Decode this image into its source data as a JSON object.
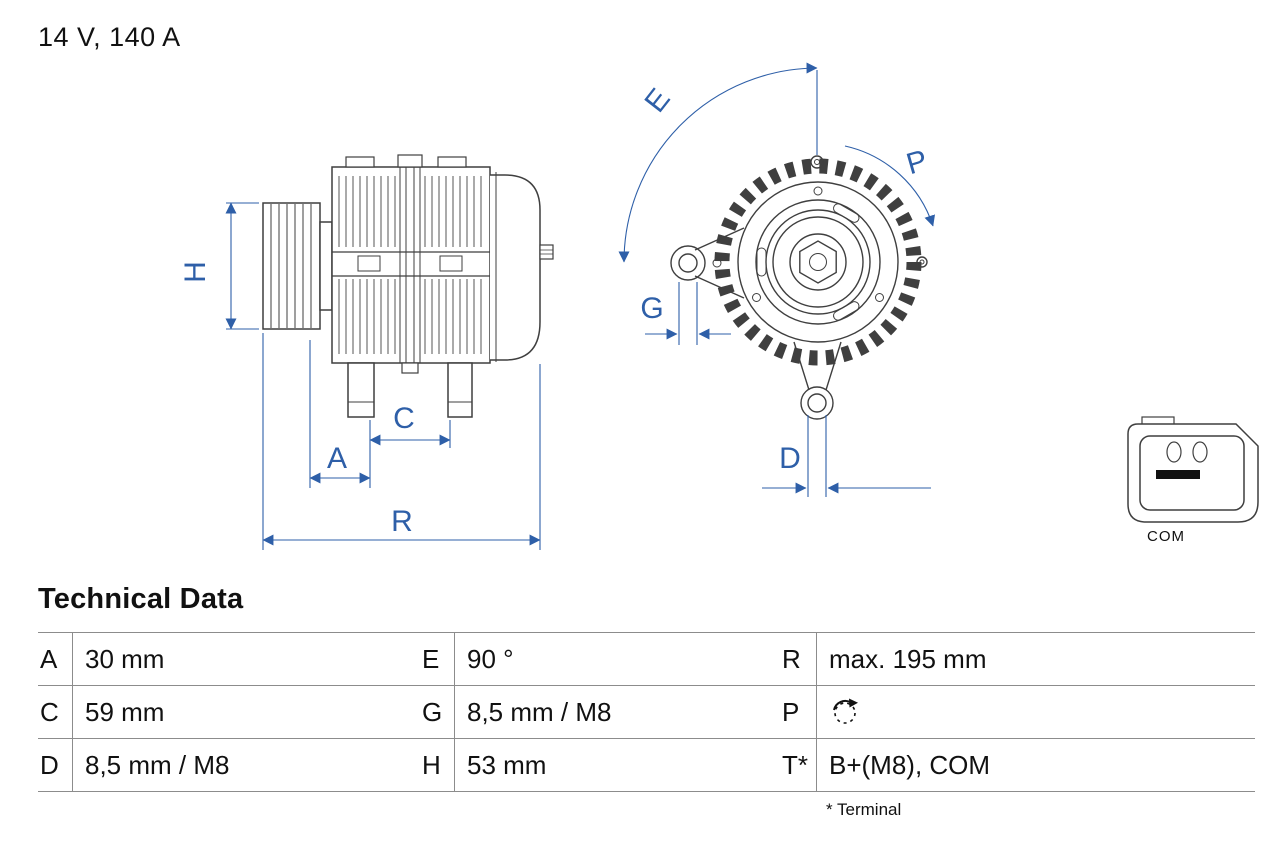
{
  "header": {
    "rating": "14 V, 140 A"
  },
  "diagram": {
    "labels": {
      "H": "H",
      "A": "A",
      "C": "C",
      "R": "R",
      "E": "E",
      "P": "P",
      "G": "G",
      "D": "D"
    },
    "connector": {
      "label": "COM"
    },
    "colors": {
      "dimension": "#2e5fa8",
      "outline": "#3f3f3f"
    }
  },
  "table": {
    "title": "Technical Data",
    "cells": [
      {
        "key": "A",
        "value": "30 mm"
      },
      {
        "key": "E",
        "value": "90 °"
      },
      {
        "key": "R",
        "value": "max. 195 mm"
      },
      {
        "key": "C",
        "value": "59 mm"
      },
      {
        "key": "G",
        "value": "8,5 mm / M8"
      },
      {
        "key": "P",
        "value": "",
        "icon": "rotation-direction"
      },
      {
        "key": "D",
        "value": "8,5 mm / M8"
      },
      {
        "key": "H",
        "value": "53 mm"
      },
      {
        "key": "T*",
        "value": "B+(M8), COM"
      }
    ],
    "footnote": "* Terminal"
  }
}
